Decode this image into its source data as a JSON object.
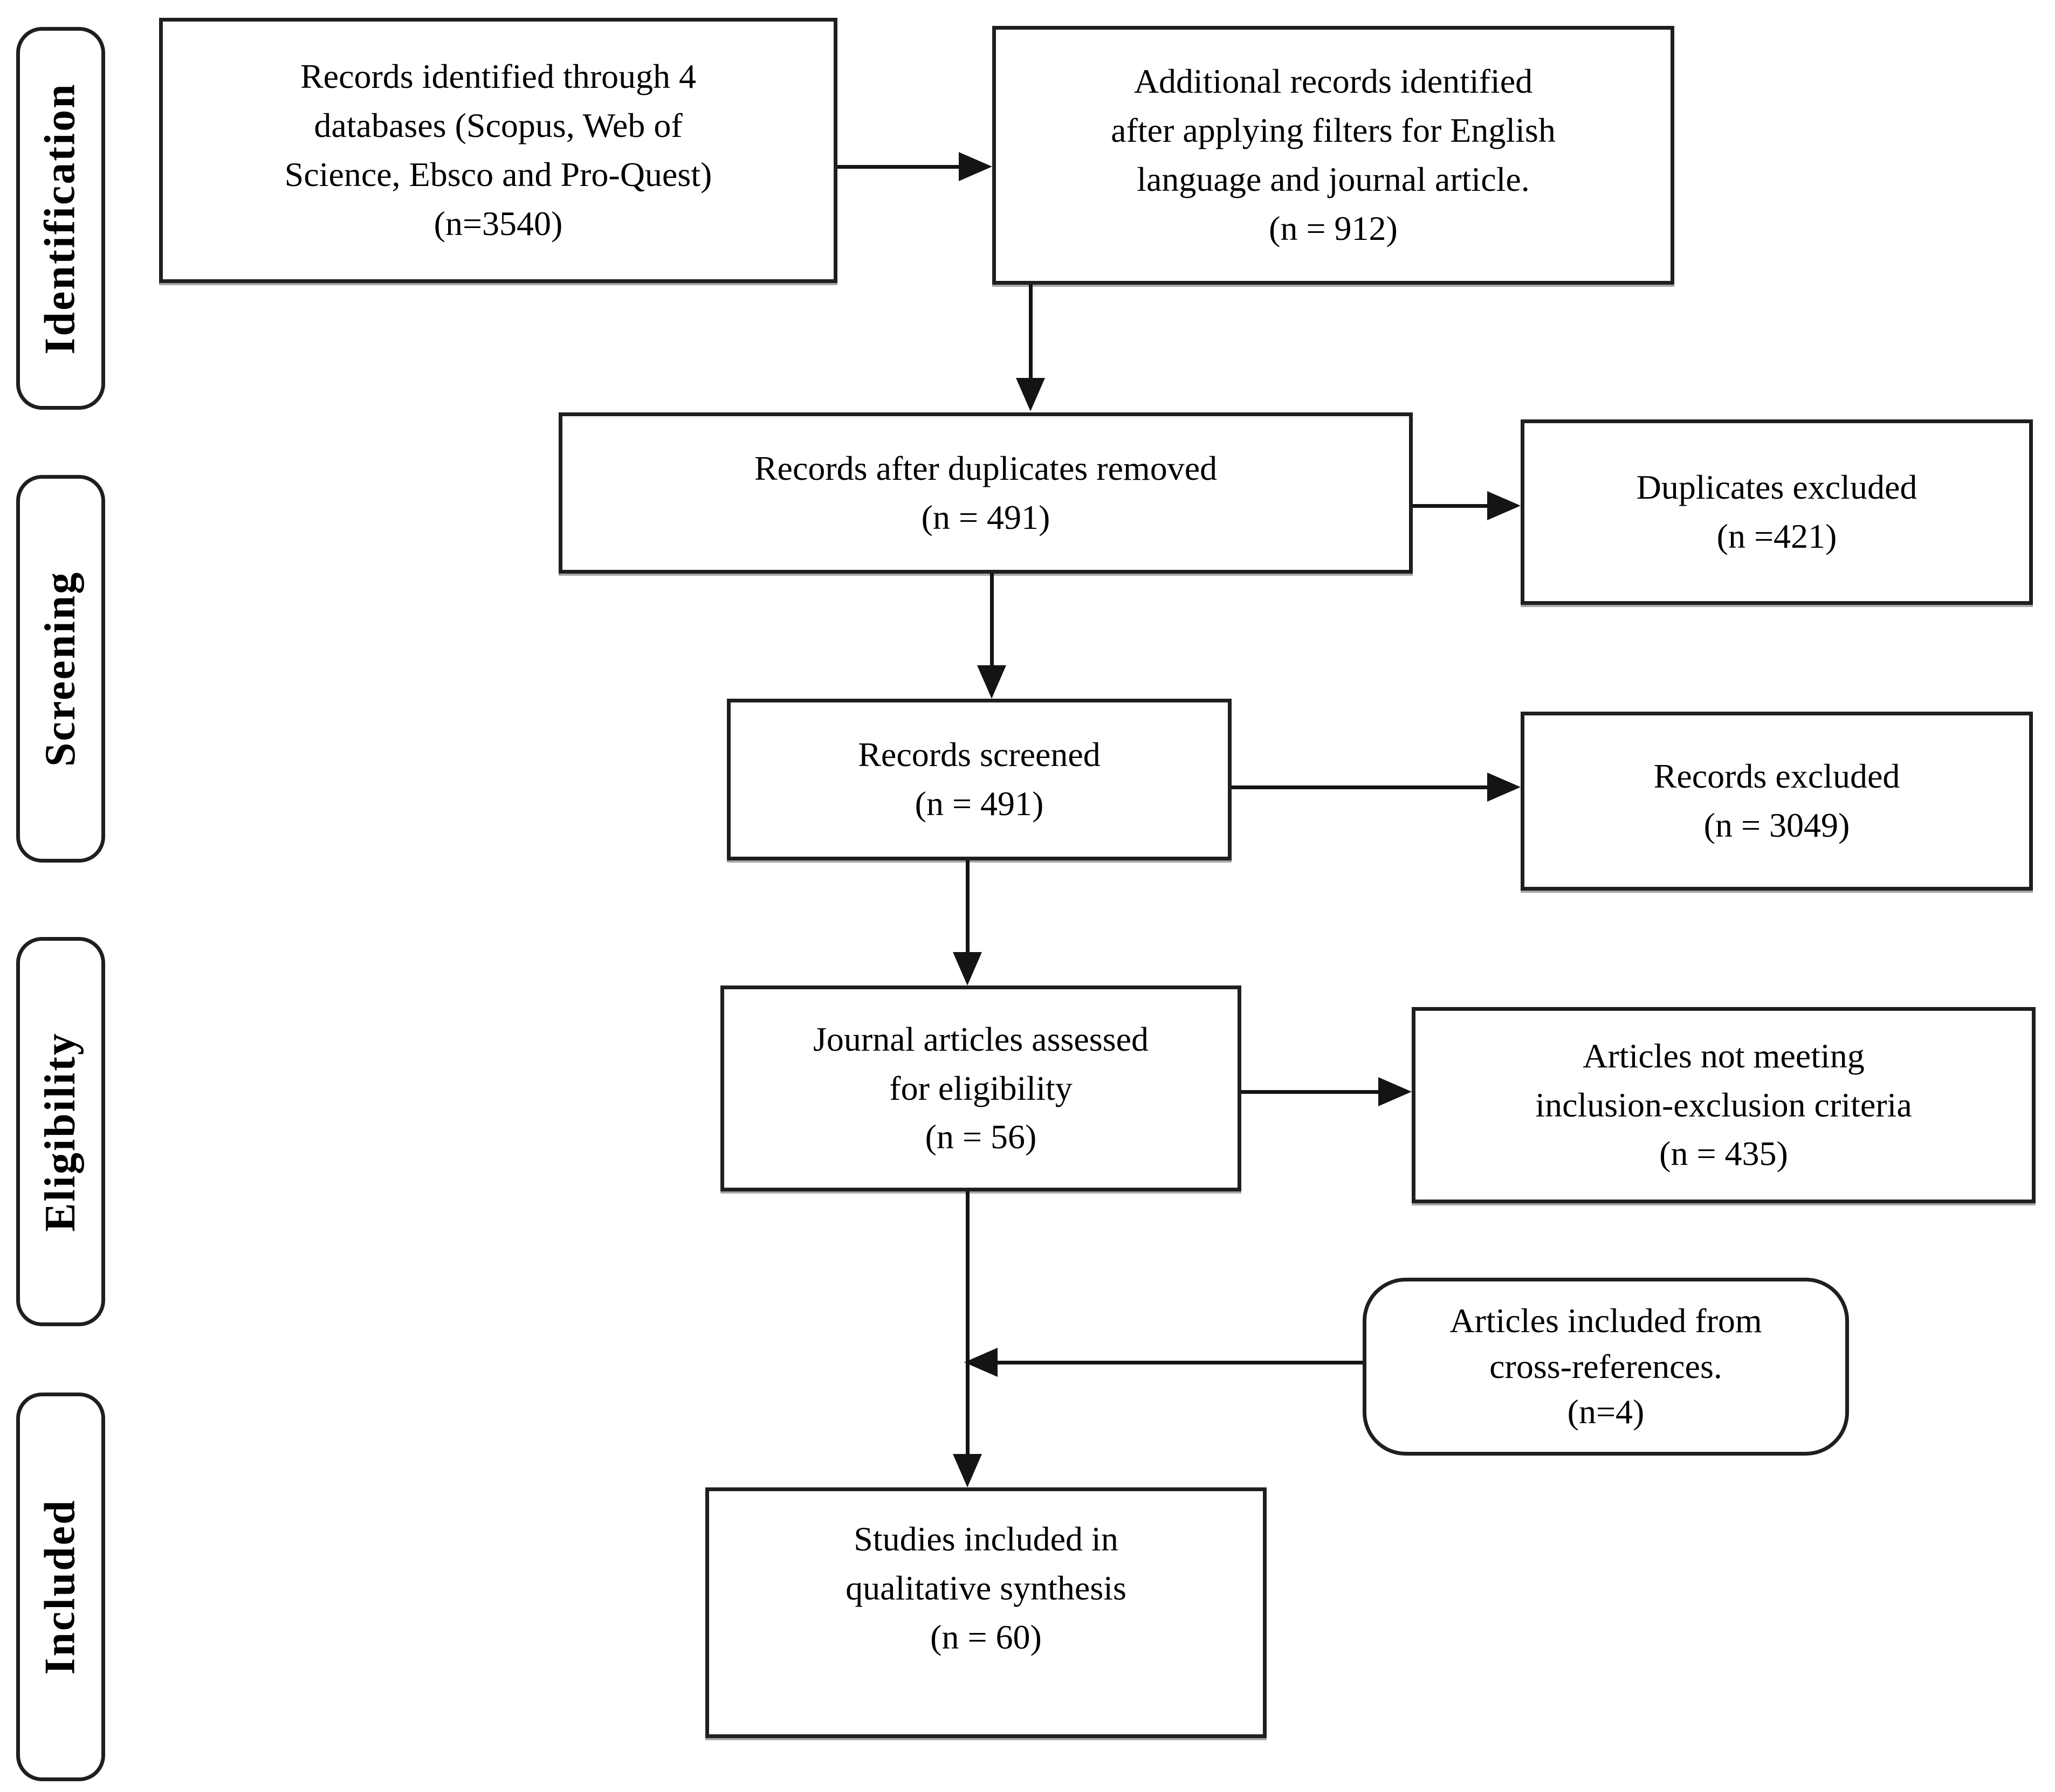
{
  "colors": {
    "ink": "#000000",
    "line_color": "#141414",
    "background": "#ffffff"
  },
  "stages": [
    {
      "label": "Identification"
    },
    {
      "label": "Screening"
    },
    {
      "label": "Eligibility"
    },
    {
      "label": "Included"
    }
  ],
  "boxes": {
    "identified": {
      "lines": [
        "Records identified through 4",
        "databases (Scopus, Web of",
        "Science, Ebsco and Pro-Quest)",
        "(n=3540)"
      ]
    },
    "additional": {
      "lines": [
        "Additional records identified",
        "after applying filters for English",
        "language and journal article.",
        "(n = 912)"
      ]
    },
    "deduplicated": {
      "lines": [
        "Records after duplicates removed",
        "(n = 491)"
      ]
    },
    "duplicates_excluded": {
      "lines": [
        "Duplicates excluded",
        "(n =421)"
      ]
    },
    "screened": {
      "lines": [
        "Records screened",
        "(n = 491)"
      ]
    },
    "records_excluded": {
      "lines": [
        "Records excluded",
        "(n = 3049)"
      ]
    },
    "assessed": {
      "lines": [
        "Journal articles assessed",
        "for eligibility",
        "(n = 56)"
      ]
    },
    "not_meeting": {
      "lines": [
        "Articles not meeting",
        "inclusion-exclusion criteria",
        "(n = 435)"
      ]
    },
    "cross_references": {
      "lines": [
        "Articles included from",
        "cross-references.",
        "(n=4)"
      ]
    },
    "included_studies": {
      "lines": [
        "Studies included in",
        "qualitative synthesis",
        "(n = 60)"
      ]
    }
  }
}
